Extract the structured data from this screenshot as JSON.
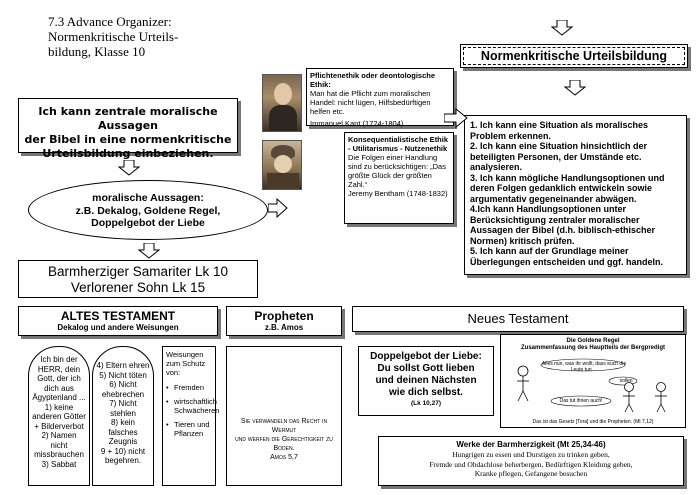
{
  "title": {
    "line1": "7.3 Advance Organizer:",
    "line2": "Normenkritische Urteils-",
    "line3": "bildung, Klasse 10"
  },
  "main_heading": "Normenkritische Urteilsbildung",
  "goal_box": {
    "line1": "Ich kann zentrale moralische Aussagen",
    "line2": "der Bibel in eine normenkritische",
    "line3": "Urteilsbildung einbeziehen."
  },
  "ellipse": {
    "line1": "moralische Aussagen:",
    "line2": "z.B. Dekalog, Goldene Regel,",
    "line3": "Doppelgebot der Liebe"
  },
  "examples": {
    "line1": "Barmherziger Samariter Lk 10",
    "line2": "Verlorener Sohn Lk 15"
  },
  "ethics1": {
    "heading": "Pflichtenethik oder deontologische Ethik:",
    "text": "Man hat die Pflicht zum moralischen Handel: nicht lügen, Hilfsbedürftigen helfen etc.",
    "author": "Immanuel Kant (1724-1804)"
  },
  "ethics2": {
    "heading": "Konsequentialistische Ethik - Utilitarismus - Nutzenethik",
    "text": "Die Folgen einer Handlung sind zu berücksichtigen: „Das größte Glück der größten Zahl.“",
    "author": "Jeremy Bentham (1748-1832)"
  },
  "competencies": [
    "1. Ich kann eine Situation als moralisches Problem erkennen.",
    "2. Ich kann eine Situation hinsichtlich der beteiligten Personen, der Umstände etc. analysieren.",
    "3. Ich kann mögliche Handlungsoptionen und deren Folgen gedanklich entwickeln sowie argumentativ gegeneinander abwägen.",
    "4.Ich kann Handlungsoptionen unter Berücksichtigung zentraler moralischer Aussagen der Bibel (d.h. biblisch-ethischer Normen) kritisch prüfen.",
    "5. Ich kann auf der Grundlage meiner Überlegungen entscheiden und ggf. handeln."
  ],
  "at": {
    "heading": "ALTES TESTAMENT",
    "sub": "Dekalog und andere Weisungen",
    "commandments_left": "Ich bin der HERR, dein Gott, der ich dich aus Ägyptenland ...\n1) keine anderen Götter + Bilderverbot\n2) Namen nicht missbrauchen\n3) Sabbat",
    "commandments_right": "4) Eltern ehren\n5) Nicht töten\n6) Nicht ehebrechen\n7) Nicht stehlen\n8) kein falsches Zeugnis\n9 + 10) nicht begehren.",
    "protection_title": "Weisungen zum Schutz von:",
    "protection": [
      "Fremden",
      "wirtschaftlich Schwächeren",
      "Tieren und Pflanzen"
    ]
  },
  "propheten": {
    "heading": "Propheten",
    "sub": "z.B. Amos",
    "quote1": "Sie verwandeln das Recht in Wermut",
    "quote2": "und werfen die Gerechtigkeit zu Boden.",
    "ref": "Amos 5,7"
  },
  "nt": {
    "heading": "Neues Testament",
    "doppelgebot_title": "Doppelgebot der Liebe:",
    "doppelgebot_text1": "Du sollst Gott lieben",
    "doppelgebot_text2": "und deinen Nächsten",
    "doppelgebot_text3": "wie dich selbst.",
    "doppelgebot_ref": "(Lk 10,27)",
    "golden_title": "Die Goldene Regel",
    "golden_sub": "Zusammenfassung des Hauptteils der Bergpredigt",
    "bubble1": "Alles nun, was ihr wollt, dass euch die Leute tun ...",
    "bubble2": "sollen",
    "bubble3": "Das tut ihnen auch!",
    "golden_footer": "Das ist das Gesetz [Tora] und die Propheten. (Mt 7,12)",
    "werke_title": "Werke der Barmherzigkeit (Mt 25,34-46)",
    "werke1": "Hungrigen zu essen und Durstigen zu trinken geben,",
    "werke2": "Fremde und Obdachlose beherbergen, Bedürftigen Kleidung geben,",
    "werke3": "Kranke pflegen, Gefangene besuchen"
  }
}
